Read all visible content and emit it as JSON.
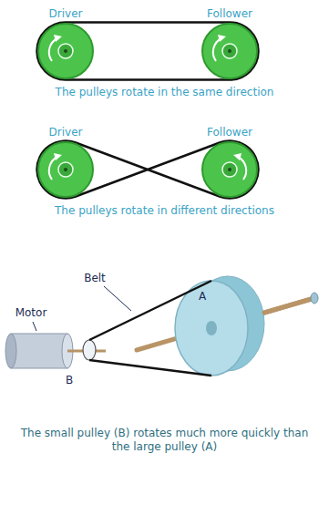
{
  "diagram": {
    "nodes": [
      {
        "text": [
          "Driver"
        ]
      },
      {
        "text": [
          "Follower"
        ]
      },
      {
        "text": [
          "Driver"
        ]
      },
      {
        "text": [
          "Follower"
        ]
      }
    ],
    "edges": [
      {
        "from": 0,
        "to": 1,
        "arrow": "none"
      },
      {
        "from": 2,
        "to": 3,
        "arrow": "none"
      }
    ],
    "labels": [
      "The pulleys rotate in the same direction",
      "The pulleys rotate in different directions",
      "Belt",
      "Motor",
      "A",
      "B",
      "The small pulley (B) rotates much more quickly than the large pulley (A)"
    ]
  }
}
